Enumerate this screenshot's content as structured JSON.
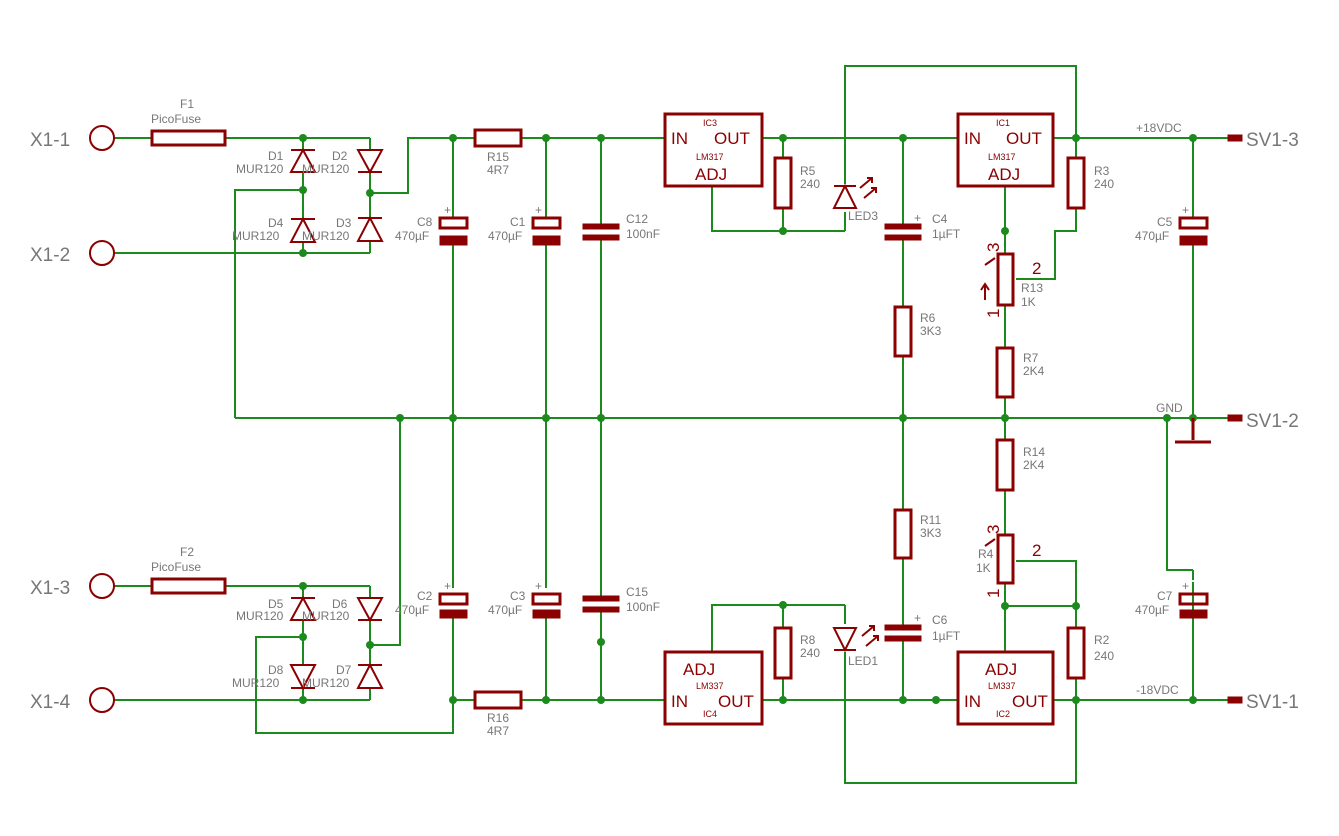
{
  "colors": {
    "wire": "#1d8a1d",
    "part": "#8b0000",
    "label": "#777777"
  },
  "connectors": {
    "x1_1": "X1-1",
    "x1_2": "X1-2",
    "x1_3": "X1-3",
    "x1_4": "X1-4",
    "sv1_3": "SV1-3",
    "sv1_2": "SV1-2",
    "sv1_1": "SV1-1"
  },
  "nets": {
    "pos": "+18VDC",
    "gnd": "GND",
    "neg": "-18VDC"
  },
  "fuses": [
    {
      "name": "F1",
      "value": "PicoFuse"
    },
    {
      "name": "F2",
      "value": "PicoFuse"
    }
  ],
  "diodes": {
    "d1": "D1",
    "d2": "D2",
    "d3": "D3",
    "d4": "D4",
    "d5": "D5",
    "d6": "D6",
    "d7": "D7",
    "d8": "D8",
    "value": "MUR120"
  },
  "caps": {
    "c8": {
      "name": "C8",
      "value": "470µF"
    },
    "c1": {
      "name": "C1",
      "value": "470µF"
    },
    "c12": {
      "name": "C12",
      "value": "100nF"
    },
    "c4": {
      "name": "C4",
      "value": "1µFT"
    },
    "c5": {
      "name": "C5",
      "value": "470µF"
    },
    "c2": {
      "name": "C2",
      "value": "470µF"
    },
    "c3": {
      "name": "C3",
      "value": "470µF"
    },
    "c15": {
      "name": "C15",
      "value": "100nF"
    },
    "c6": {
      "name": "C6",
      "value": "1µFT"
    },
    "c7": {
      "name": "C7",
      "value": "470µF"
    }
  },
  "resistors": {
    "r15": {
      "name": "R15",
      "value": "4R7"
    },
    "r16": {
      "name": "R16",
      "value": "4R7"
    },
    "r5": {
      "name": "R5",
      "value": "240"
    },
    "r3": {
      "name": "R3",
      "value": "240"
    },
    "r6": {
      "name": "R6",
      "value": "3K3"
    },
    "r7": {
      "name": "R7",
      "value": "2K4"
    },
    "r14": {
      "name": "R14",
      "value": "2K4"
    },
    "r11": {
      "name": "R11",
      "value": "3K3"
    },
    "r8": {
      "name": "R8",
      "value": "240"
    },
    "r2": {
      "name": "R2",
      "value": "240"
    }
  },
  "pots": {
    "r13": {
      "name": "R13",
      "value": "1K"
    },
    "r4": {
      "name": "R4",
      "value": "1K"
    },
    "pin1": "1",
    "pin2": "2",
    "pin3": "3"
  },
  "leds": {
    "led3": "LED3",
    "led1": "LED1"
  },
  "regulators": {
    "ic3": {
      "name": "IC3",
      "type": "LM317"
    },
    "ic1": {
      "name": "IC1",
      "type": "LM317"
    },
    "ic4": {
      "name": "IC4",
      "type": "LM337"
    },
    "ic2": {
      "name": "IC2",
      "type": "LM337"
    },
    "pin_in": "IN",
    "pin_out": "OUT",
    "pin_adj": "ADJ"
  },
  "plus_sign": "+"
}
